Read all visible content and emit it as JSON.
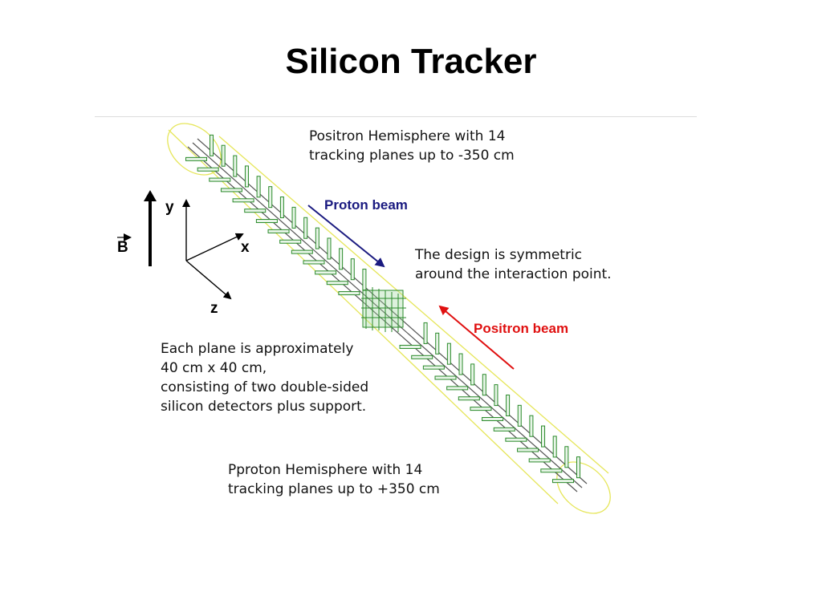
{
  "slide": {
    "title": "Silicon Tracker"
  },
  "annotations": {
    "positron_hemisphere": [
      "Positron Hemisphere with 14",
      "tracking planes up to -350 cm"
    ],
    "symmetric": [
      "The design is symmetric",
      "around the interaction point."
    ],
    "plane_info": [
      "Each plane is approximately",
      "40 cm x 40 cm,",
      "consisting of two double-sided",
      "silicon detectors plus support."
    ],
    "proton_hemisphere": [
      "Pproton Hemisphere with 14",
      "tracking planes up to +350 cm"
    ]
  },
  "beams": {
    "proton": {
      "label": "Proton beam",
      "color": "#1a1a80"
    },
    "positron": {
      "label": "Positron beam",
      "color": "#e01010"
    }
  },
  "axes": {
    "field": "B",
    "y": "y",
    "x": "x",
    "z": "z"
  },
  "colors": {
    "envelope": "#e6e65a",
    "planes": "#2a8a2a",
    "beampipe": "#555555"
  }
}
